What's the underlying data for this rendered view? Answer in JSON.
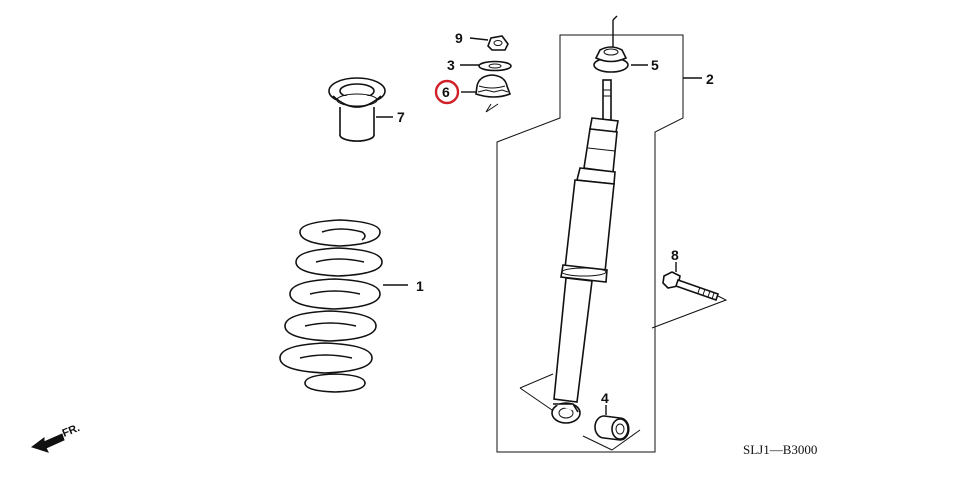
{
  "diagram": {
    "callouts": [
      {
        "id": "label-1",
        "text": "1"
      },
      {
        "id": "label-2",
        "text": "2"
      },
      {
        "id": "label-3",
        "text": "3"
      },
      {
        "id": "label-4",
        "text": "4"
      },
      {
        "id": "label-5",
        "text": "5"
      },
      {
        "id": "label-6",
        "text": "6"
      },
      {
        "id": "label-7",
        "text": "7"
      },
      {
        "id": "label-8",
        "text": "8"
      },
      {
        "id": "label-9",
        "text": "9"
      }
    ],
    "highlighted_callout": "6",
    "highlight_color": "#d0202a",
    "diagram_code": "SLJ1—B3000",
    "direction_marker": "FR."
  }
}
